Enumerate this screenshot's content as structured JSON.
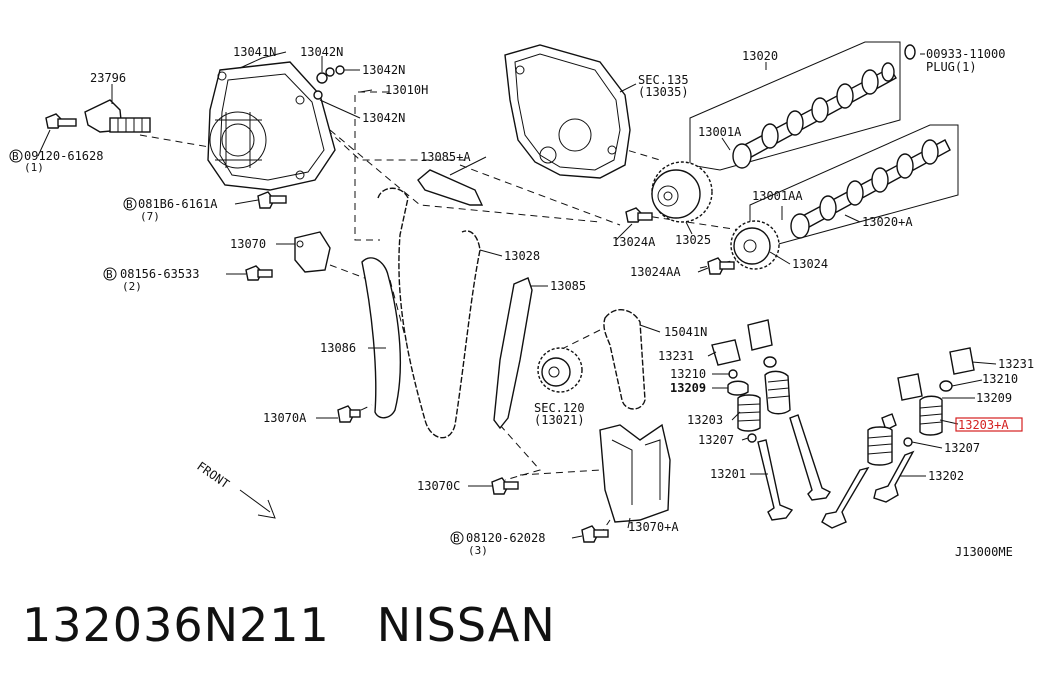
{
  "labels": {
    "p23796": "23796",
    "p13041n": "13041N",
    "p13042n_a": "13042N",
    "p13042n_b": "13042N",
    "p13042n_c": "13042N",
    "p13010h": "13010H",
    "bolt_09120_61628": "09120-61628",
    "bolt_09120_61628_qty": "(1)",
    "bolt_081b6": "081B6-6161A",
    "bolt_081b6_qty": "(7)",
    "p13070": "13070",
    "bolt_08156": "08156-63533",
    "bolt_08156_qty": "(2)",
    "p13086": "13086",
    "p13070a": "13070A",
    "p13085a": "13085+A",
    "p13028": "13028",
    "p13085": "13085",
    "sec120": "SEC.120",
    "sec120_ref": "(13021)",
    "p13070c": "13070C",
    "bolt_08120_62028": "08120-62028",
    "bolt_08120_62028_qty": "(3)",
    "p13070a_plus": "13070+A",
    "sec135": "SEC.135",
    "sec135_ref": "(13035)",
    "p13024a": "13024A",
    "p13025": "13025",
    "p13024aa": "13024AA",
    "p13024": "13024",
    "p13020": "13020",
    "plug_no": "00933-11000",
    "plug_name": "PLUG(1)",
    "p13001a": "13001A",
    "p13001aa": "13001AA",
    "p13020a": "13020+A",
    "p15041n": "15041N",
    "p13231_a": "13231",
    "p13210_a": "13210",
    "p13209_a": "13209",
    "p13203": "13203",
    "p13207_a": "13207",
    "p13201": "13201",
    "p13231_b": "13231",
    "p13210_b": "13210",
    "p13209_b": "13209",
    "p13203a": "13203+A",
    "p13207_b": "13207",
    "p13202": "13202",
    "front": "FRONT",
    "diagram_code": "J13000ME",
    "circle_b": "B"
  },
  "caption": {
    "part_number": "132036N211",
    "brand": "NISSAN"
  },
  "colors": {
    "line": "#111111",
    "highlight": "#d42020"
  }
}
